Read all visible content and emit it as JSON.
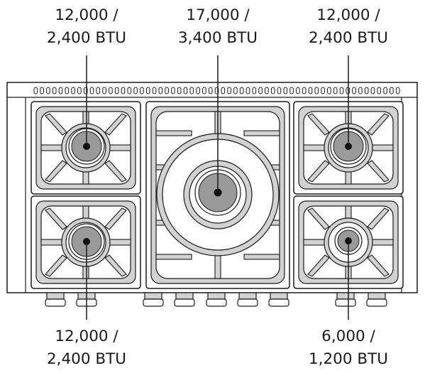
{
  "burners": [
    {
      "id": "rear-left",
      "high": "12,000 /",
      "low": "2,400 BTU"
    },
    {
      "id": "center",
      "high": "17,000 /",
      "low": "3,400 BTU"
    },
    {
      "id": "rear-right",
      "high": "12,000 /",
      "low": "2,400 BTU"
    },
    {
      "id": "front-left",
      "high": "12,000 /",
      "low": "2,400 BTU"
    },
    {
      "id": "front-right",
      "high": "6,000 /",
      "low": "1,200 BTU"
    }
  ],
  "colors": {
    "outline": "#1a1a1a",
    "grate_fill": "#c8c8c8",
    "burner_cap": "#9a9a9a",
    "center_dot": "#111111"
  }
}
